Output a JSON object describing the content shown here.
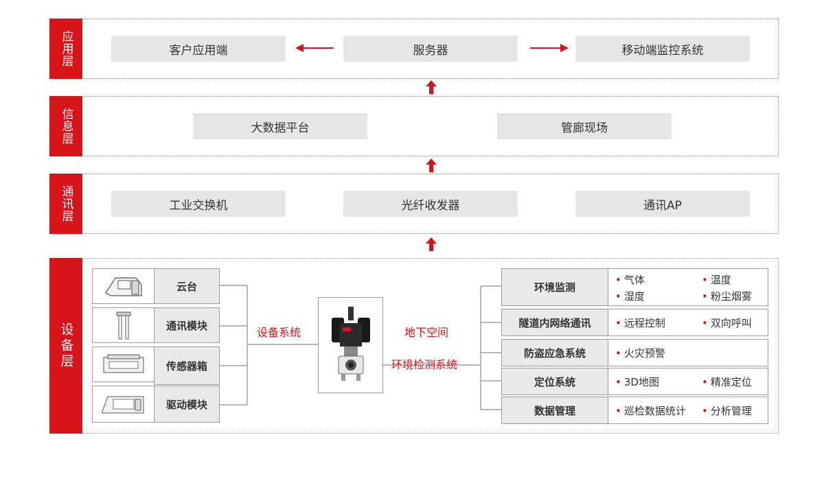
{
  "layers": {
    "app": {
      "tag": "应用层",
      "client": "客户应用端",
      "server": "服务器",
      "mobile": "移动端监控系统"
    },
    "info": {
      "tag": "信息层",
      "bigdata": "大数据平台",
      "site": "管廊现场"
    },
    "comm": {
      "tag": "通讯层",
      "switch": "工业交换机",
      "fiber": "光纤收发器",
      "ap": "通讯AP"
    },
    "device": {
      "tag": "设备层",
      "left_items": [
        "云台",
        "通讯模块",
        "传感器箱",
        "驱动模块"
      ],
      "center_left": "设备系统",
      "center_right_1": "地下空间",
      "center_right_2": "环境检测系统",
      "systems": [
        {
          "name": "环境监测",
          "features": [
            "气体",
            "温度",
            "湿度",
            "粉尘烟雾"
          ]
        },
        {
          "name": "隧道内网络通讯",
          "features": [
            "远程控制",
            "双向呼叫"
          ]
        },
        {
          "name": "防盗应急系统",
          "features": [
            "火灾预警"
          ]
        },
        {
          "name": "定位系统",
          "features": [
            "3D地图",
            "精准定位"
          ]
        },
        {
          "name": "数据管理",
          "features": [
            "巡检数据统计",
            "分析管理"
          ]
        }
      ]
    }
  },
  "colors": {
    "accent": "#d7141a",
    "box": "#e6e6e6",
    "border": "#8a8a8a"
  },
  "icons": [
    "gimbal-icon",
    "antenna-module-icon",
    "sensor-box-icon",
    "drive-module-icon",
    "inspection-robot-icon",
    "arrow-left-icon",
    "arrow-right-icon",
    "arrow-up-icon"
  ]
}
